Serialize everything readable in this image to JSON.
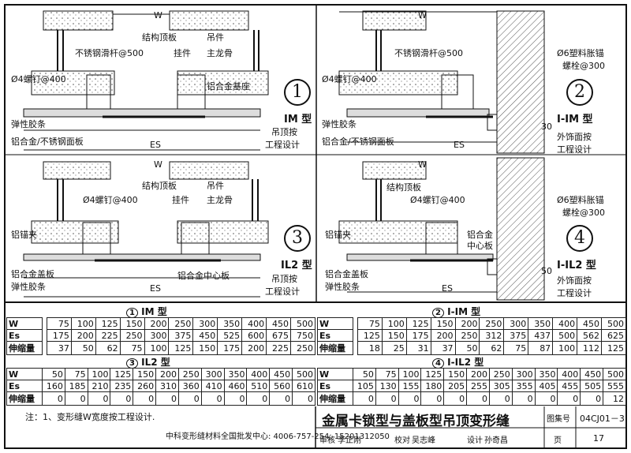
{
  "panels": {
    "p1": {
      "num": "1",
      "type": "IM 型",
      "labels": {
        "structure_slab": "结构顶板",
        "hanger": "吊件",
        "steel_rod": "不锈钢滑杆@500",
        "pendant": "挂件",
        "main_keel": "主龙骨",
        "screw": "Ø4螺钉@400",
        "alu_base": "铝合金基座",
        "elastic": "弹性胶条",
        "panel": "铝合金/不锈钢面板",
        "ceiling": "吊顶按",
        "ceiling2": "工程设计",
        "w": "W",
        "es": "ES"
      }
    },
    "p2": {
      "num": "2",
      "type": "I-IM 型",
      "labels": {
        "steel_rod": "不锈钢滑杆@500",
        "screw": "Ø4螺钉@400",
        "anchor": "Ø6塑料胀锚",
        "anchor2": "螺栓@300",
        "elastic": "弹性胶条",
        "panel": "铝合金/不锈钢面板",
        "facing": "外饰面按",
        "facing2": "工程设计",
        "w": "W",
        "es": "ES",
        "dim30": "30"
      }
    },
    "p3": {
      "num": "3",
      "type": "IL2 型",
      "labels": {
        "structure_slab": "结构顶板",
        "hanger": "吊件",
        "screw": "Ø4螺钉@400",
        "pendant": "挂件",
        "main_keel": "主龙骨",
        "anchor_clip": "铝锚夹",
        "cover": "铝合金盖板",
        "elastic": "弹性胶条",
        "center": "铝合金中心板",
        "ceiling": "吊顶按",
        "ceiling2": "工程设计",
        "w": "W",
        "es": "ES"
      }
    },
    "p4": {
      "num": "4",
      "type": "I-IL2 型",
      "labels": {
        "structure_slab": "结构顶板",
        "screw": "Ø4螺钉@400",
        "anchor": "Ø6塑料胀锚",
        "anchor2": "螺栓@300",
        "anchor_clip": "铝锚夹",
        "center": "铝合金",
        "center2": "中心板",
        "cover": "铝合金盖板",
        "elastic": "弹性胶条",
        "facing": "外饰面按",
        "facing2": "工程设计",
        "w": "W",
        "es": "ES",
        "dim50": "50"
      }
    }
  },
  "tables": [
    {
      "title_num": "1",
      "title": "IM 型",
      "rows": [
        {
          "h": "W",
          "v": [
            "75",
            "100",
            "125",
            "150",
            "200",
            "250",
            "300",
            "350",
            "400",
            "450",
            "500"
          ]
        },
        {
          "h": "Es",
          "v": [
            "175",
            "200",
            "225",
            "250",
            "300",
            "375",
            "450",
            "525",
            "600",
            "675",
            "750"
          ]
        },
        {
          "h": "伸缩量",
          "v": [
            "37",
            "50",
            "62",
            "75",
            "100",
            "125",
            "150",
            "175",
            "200",
            "225",
            "250"
          ]
        }
      ]
    },
    {
      "title_num": "2",
      "title": "I-IM 型",
      "rows": [
        {
          "h": "W",
          "v": [
            "75",
            "100",
            "125",
            "150",
            "200",
            "250",
            "300",
            "350",
            "400",
            "450",
            "500"
          ]
        },
        {
          "h": "Es",
          "v": [
            "125",
            "150",
            "175",
            "200",
            "250",
            "312",
            "375",
            "437",
            "500",
            "562",
            "625"
          ]
        },
        {
          "h": "伸缩量",
          "v": [
            "18",
            "25",
            "31",
            "37",
            "50",
            "62",
            "75",
            "87",
            "100",
            "112",
            "125"
          ]
        }
      ]
    },
    {
      "title_num": "3",
      "title": "IL2 型",
      "rows": [
        {
          "h": "W",
          "v": [
            "50",
            "75",
            "100",
            "125",
            "150",
            "200",
            "250",
            "300",
            "350",
            "400",
            "450",
            "500"
          ]
        },
        {
          "h": "Es",
          "v": [
            "160",
            "185",
            "210",
            "235",
            "260",
            "310",
            "360",
            "410",
            "460",
            "510",
            "560",
            "610"
          ]
        },
        {
          "h": "伸缩量",
          "v": [
            "0",
            "0",
            "0",
            "0",
            "0",
            "0",
            "0",
            "0",
            "0",
            "0",
            "0",
            "0"
          ]
        }
      ]
    },
    {
      "title_num": "4",
      "title": "I-IL2 型",
      "rows": [
        {
          "h": "W",
          "v": [
            "50",
            "75",
            "100",
            "125",
            "150",
            "200",
            "250",
            "300",
            "350",
            "400",
            "450",
            "500"
          ]
        },
        {
          "h": "Es",
          "v": [
            "105",
            "130",
            "155",
            "180",
            "205",
            "255",
            "305",
            "355",
            "405",
            "455",
            "505",
            "555"
          ]
        },
        {
          "h": "伸缩量",
          "v": [
            "0",
            "0",
            "0",
            "0",
            "0",
            "0",
            "0",
            "0",
            "0",
            "0",
            "0",
            "12"
          ]
        }
      ]
    }
  ],
  "footer": {
    "note": "注：1、变形缝W宽度按工程设计.",
    "contact": "中科变形缝材料全国批发中心: 4006-757-254; 15201312050",
    "title": "金属卡锁型与盖板型吊顶变形缝",
    "atlas_label": "图集号",
    "atlas_no": "04CJ01－3",
    "review": "审核",
    "reviewer": "李正刚",
    "check": "校对",
    "checker": "吴志峰",
    "design": "设计",
    "designer": "孙奇昌",
    "page_label": "页",
    "page_no": "17"
  }
}
